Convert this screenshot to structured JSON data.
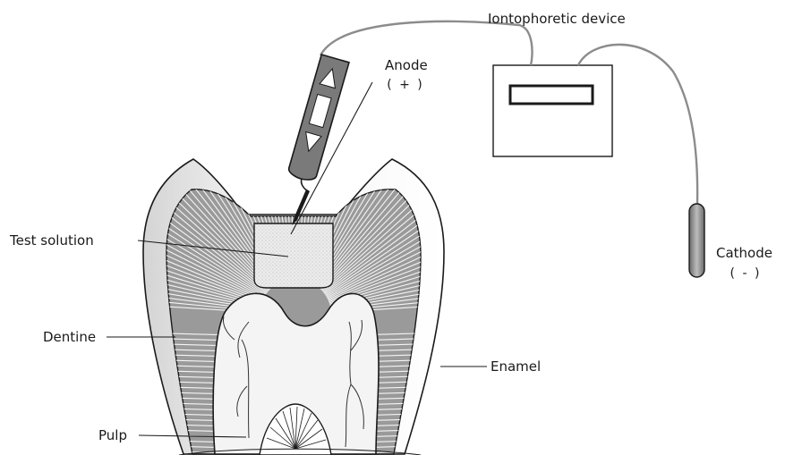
{
  "labels": {
    "device": "Iontophoretic device",
    "anode": "Anode",
    "anode_sign": "( + )",
    "cathode": "Cathode",
    "cathode_sign": "( - )",
    "test_solution": "Test solution",
    "dentine": "Dentine",
    "enamel": "Enamel",
    "pulp": "Pulp"
  }
}
